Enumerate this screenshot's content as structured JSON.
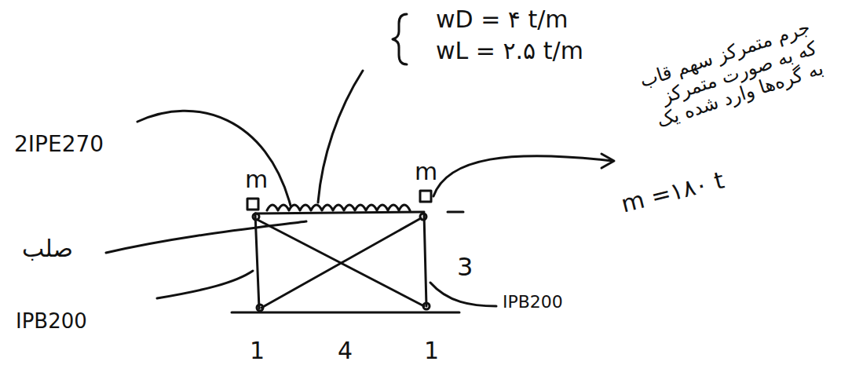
{
  "diagram": {
    "labels": [
      "wD = ۴ t/m",
      "wL = ۲.۵ t/m",
      "2IPE270",
      "m",
      "m",
      "جرم متمرکز سهم قاب که به صورت متمرکز به گره‌ها وارد شده یک",
      "m =۱۸۰ t",
      "صلب",
      "IPB200",
      "IPB200",
      "3",
      "1",
      "4",
      "1"
    ]
  }
}
